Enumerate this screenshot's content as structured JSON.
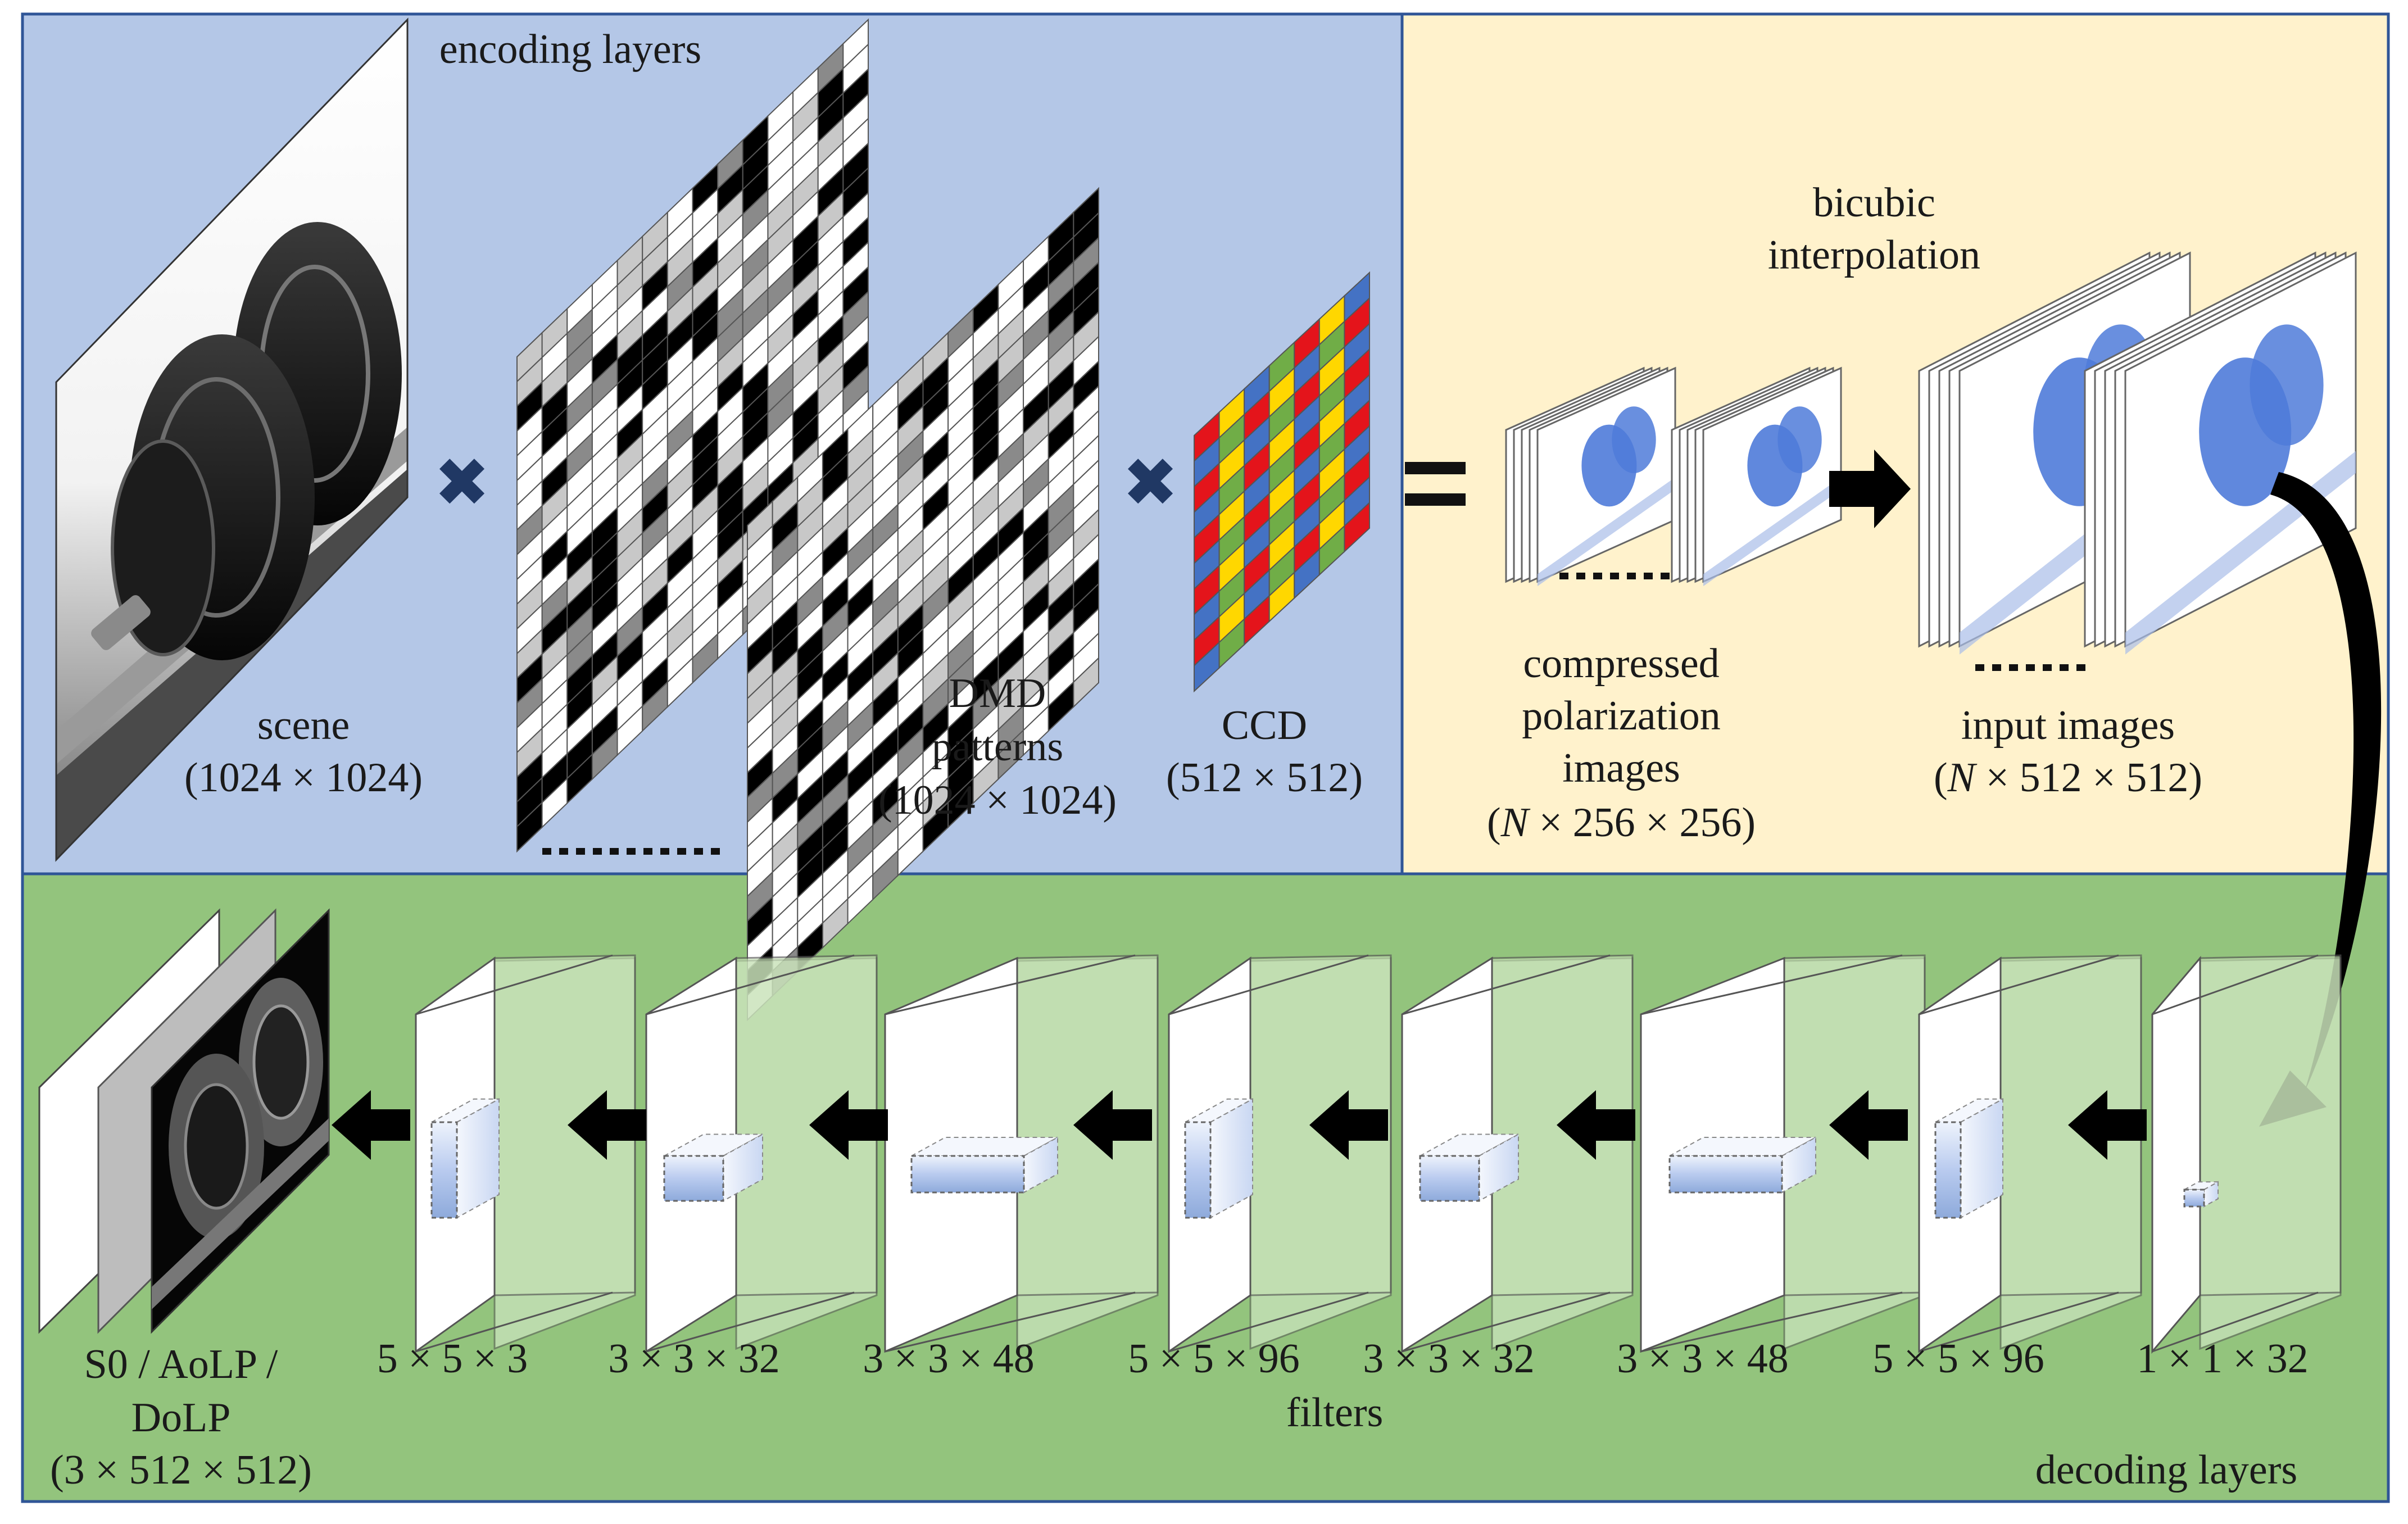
{
  "encoding": {
    "title": "encoding layers",
    "scene": {
      "line1": "scene",
      "line2": "(1024 × 1024)"
    },
    "dmd": {
      "line1": "DMD",
      "line2": "patterns",
      "line3": "(1024 × 1024)"
    },
    "ccd": {
      "line1": "CCD",
      "line2": "(512 × 512)"
    },
    "multiply_symbol": "✖",
    "equals_symbol": "="
  },
  "interpolation": {
    "title_line1": "bicubic",
    "title_line2": "interpolation",
    "compressed": {
      "line1": "compressed",
      "line2": "polarization",
      "line3": "images",
      "dims_var": "N",
      "dims_rest": " × 256 × 256)"
    },
    "input": {
      "line1": "input images",
      "dims_var": "N",
      "dims_rest": " × 512 × 512)"
    }
  },
  "decoding": {
    "title": "decoding layers",
    "filters_label": "filters",
    "output": {
      "line1": "S0 / AoLP /",
      "line2": "DoLP",
      "line3": "(3 × 512 × 512)"
    },
    "layers": [
      "5 × 5 × 3",
      "3 × 3 × 32",
      "3 × 3 × 48",
      "5 × 5 × 96",
      "3 × 3 × 32",
      "3 × 3 × 48",
      "5 × 5 × 96",
      "1 × 1 × 32"
    ]
  },
  "colors": {
    "encoding_bg": "#b4c7e7",
    "interpolation_bg": "#fff2cc",
    "decoding_bg": "#93c47d",
    "panel_border": "#2f5597",
    "filter_fill": "#8eaadb",
    "ccd_red": "#e4141b",
    "ccd_green": "#70ad47",
    "ccd_blue": "#4472c4",
    "ccd_yellow": "#ffd700",
    "tint_blue": "#4f7bd9"
  }
}
